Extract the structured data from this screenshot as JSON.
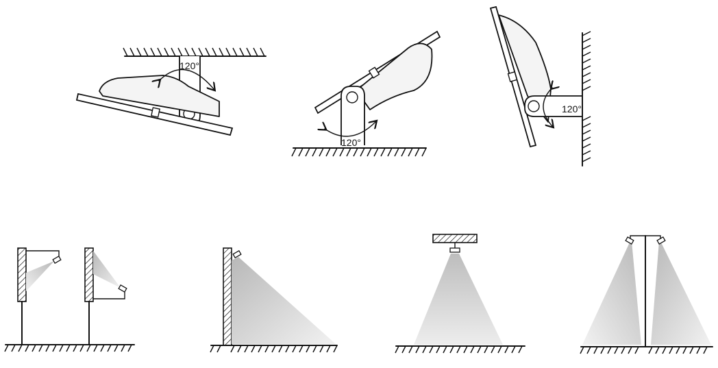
{
  "diagram": {
    "angle_labels": {
      "ceiling": "120°",
      "ground": "120°",
      "wall": "120°"
    },
    "top_row": [
      "ceiling-mount",
      "ground-mount",
      "wall-mount"
    ],
    "bottom_row": [
      "wall-arm-mount",
      "wall-flood-mount",
      "ceiling-downlight-mount",
      "pole-double-mount"
    ]
  }
}
